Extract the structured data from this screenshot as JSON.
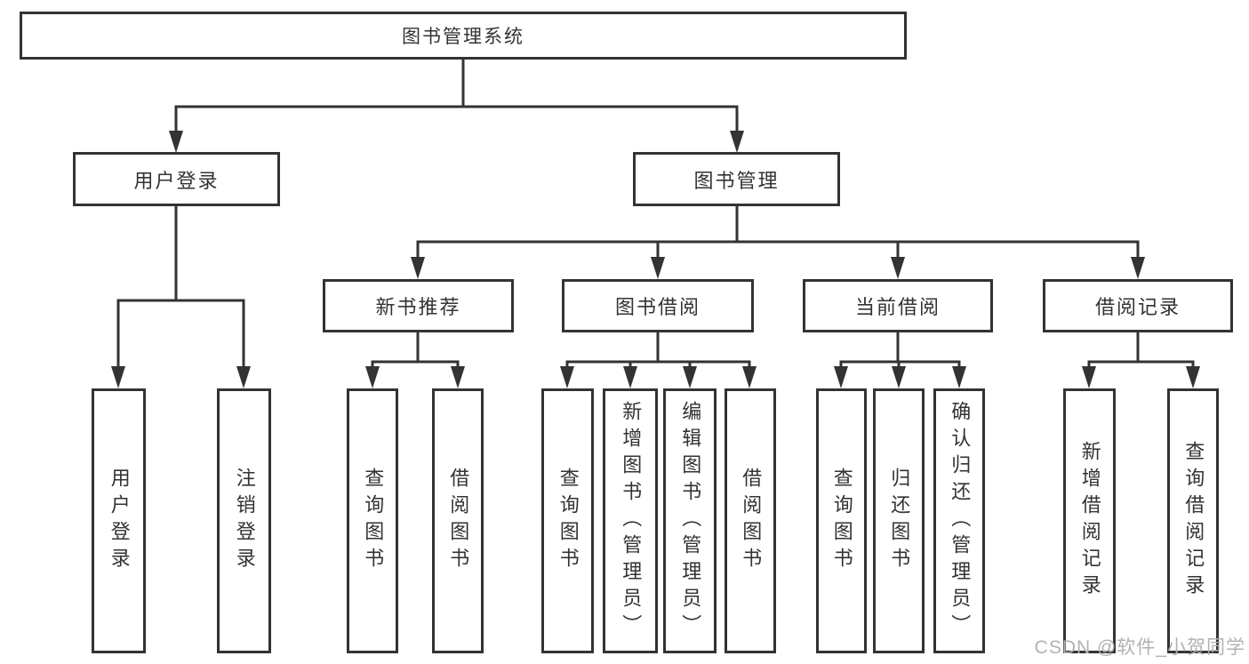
{
  "title": "图书管理系统",
  "watermark": "CSDN @软件_小贺同学",
  "nodes": {
    "root": "图书管理系统",
    "user_login": "用户登录",
    "book_management": "图书管理",
    "new_book_recommend": "新书推荐",
    "book_borrowing": "图书借阅",
    "current_borrowing": "当前借阅",
    "borrowing_records": "借阅记录",
    "leaf_user_login": "用户登录",
    "leaf_logout": "注销登录",
    "leaf_recommend_query_books": "查询图书",
    "leaf_recommend_borrow_books": "借阅图书",
    "leaf_borrowing_query_books": "查询图书",
    "leaf_borrowing_add_books": "新增图书（管理员）",
    "leaf_borrowing_edit_books": "编辑图书（管理员）",
    "leaf_borrowing_borrow_books": "借阅图书",
    "leaf_current_query_books": "查询图书",
    "leaf_current_return_books": "归还图书",
    "leaf_current_confirm_return": "确认归还（管理员）",
    "leaf_records_add_record": "新增借阅记录",
    "leaf_records_query_record": "查询借阅记录"
  },
  "hierarchy": {
    "图书管理系统": {
      "用户登录": [
        "用户登录",
        "注销登录"
      ],
      "图书管理": {
        "新书推荐": [
          "查询图书",
          "借阅图书"
        ],
        "图书借阅": [
          "查询图书",
          "新增图书（管理员）",
          "编辑图书（管理员）",
          "借阅图书"
        ],
        "当前借阅": [
          "查询图书",
          "归还图书",
          "确认归还（管理员）"
        ],
        "借阅记录": [
          "新增借阅记录",
          "查询借阅记录"
        ]
      }
    }
  },
  "colors": {
    "line": "#333333",
    "text": "#333333",
    "watermark": "#b2b2b2",
    "background": "#ffffff"
  }
}
